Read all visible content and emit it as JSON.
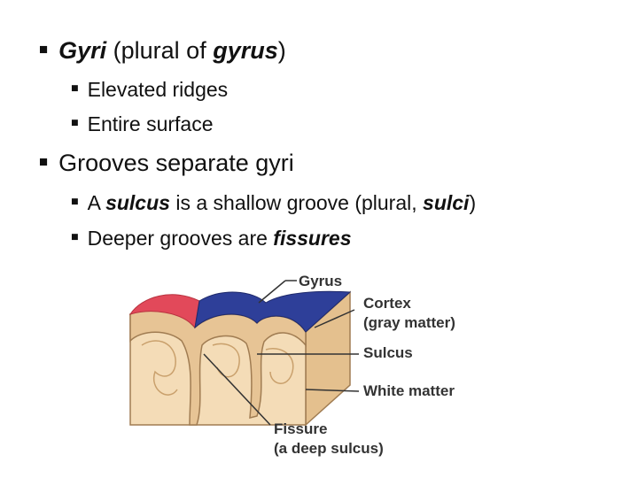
{
  "bullets": {
    "b1": {
      "term": "Gyri",
      "rest1": " (plural of ",
      "term2": "gyrus",
      "rest2": ")"
    },
    "b1a": "Elevated ridges",
    "b1b": "Entire surface",
    "b2": "Grooves separate gyri",
    "b2a": {
      "pre": "A ",
      "term": "sulcus",
      "mid": " is a shallow groove (plural, ",
      "term2": "sulci",
      "post": ")"
    },
    "b2b": {
      "pre": "Deeper grooves are ",
      "term": "fissures"
    }
  },
  "diagram": {
    "labels": {
      "gyrus": "Gyrus",
      "cortex1": "Cortex",
      "cortex2": "(gray matter)",
      "sulcus": "Sulcus",
      "white": "White matter",
      "fissure1": "Fissure",
      "fissure2": "(a deep sulcus)"
    },
    "colors": {
      "gyrus_red": "#e2495a",
      "gyrus_blue": "#2e3f99",
      "gray_matter": "#e7c495",
      "white_matter": "#f4dcb7",
      "outline": "#a07c52"
    }
  }
}
